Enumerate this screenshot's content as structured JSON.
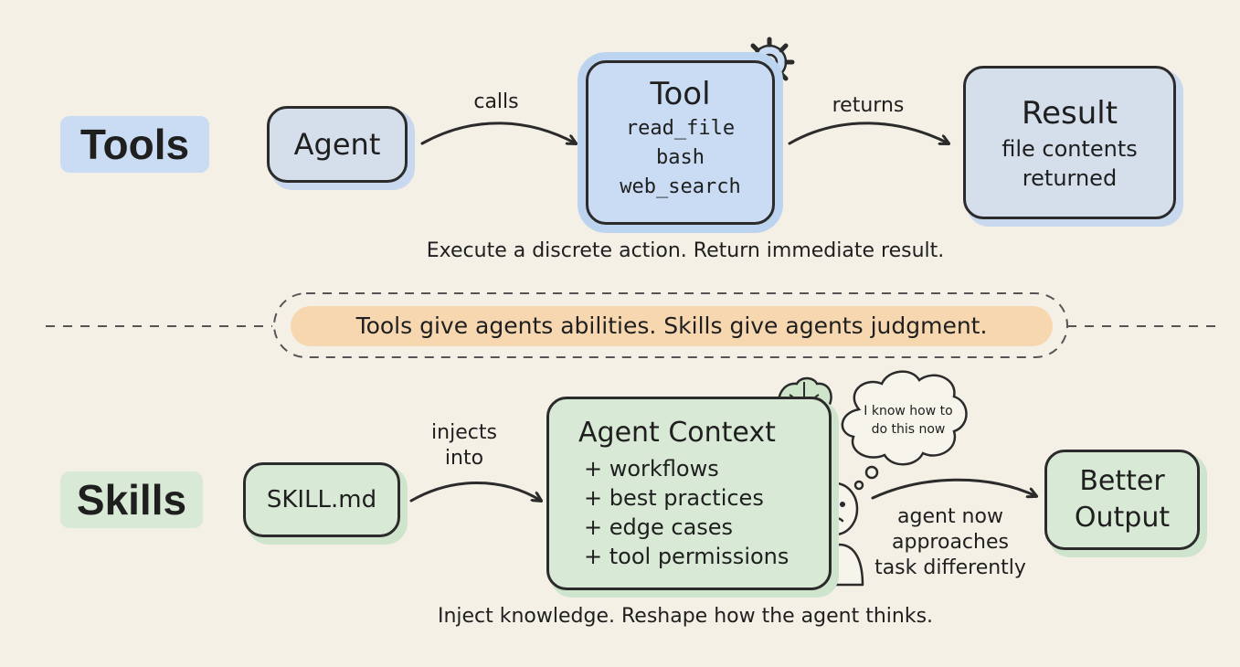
{
  "tools_row": {
    "section_label": "Tools",
    "agent_label": "Agent",
    "calls_label": "calls",
    "tool": {
      "title": "Tool",
      "items": [
        "read_file",
        "bash",
        "web_search"
      ]
    },
    "returns_label": "returns",
    "result": {
      "title": "Result",
      "line1": "file contents",
      "line2": "returned"
    },
    "caption": "Execute a discrete action. Return immediate result."
  },
  "divider": {
    "banner_text": "Tools give agents abilities. Skills give agents judgment."
  },
  "skills_row": {
    "section_label": "Skills",
    "skill_file_label": "SKILL.md",
    "injects_label": "injects into",
    "context": {
      "title": "Agent Context",
      "items": [
        "+ workflows",
        "+ best practices",
        "+ edge cases",
        "+ tool permissions"
      ]
    },
    "thought_bubble": "I know how to do this now",
    "edge_label": "agent now approaches task differently",
    "output_label": "Better Output",
    "caption": "Inject knowledge. Reshape how the agent thinks."
  },
  "colors": {
    "background": "#f4f0e6",
    "tools_accent": "#c9dcf4",
    "skills_accent": "#d8ead6",
    "banner_accent": "#f7d7b0",
    "stroke": "#2b2b2b"
  }
}
